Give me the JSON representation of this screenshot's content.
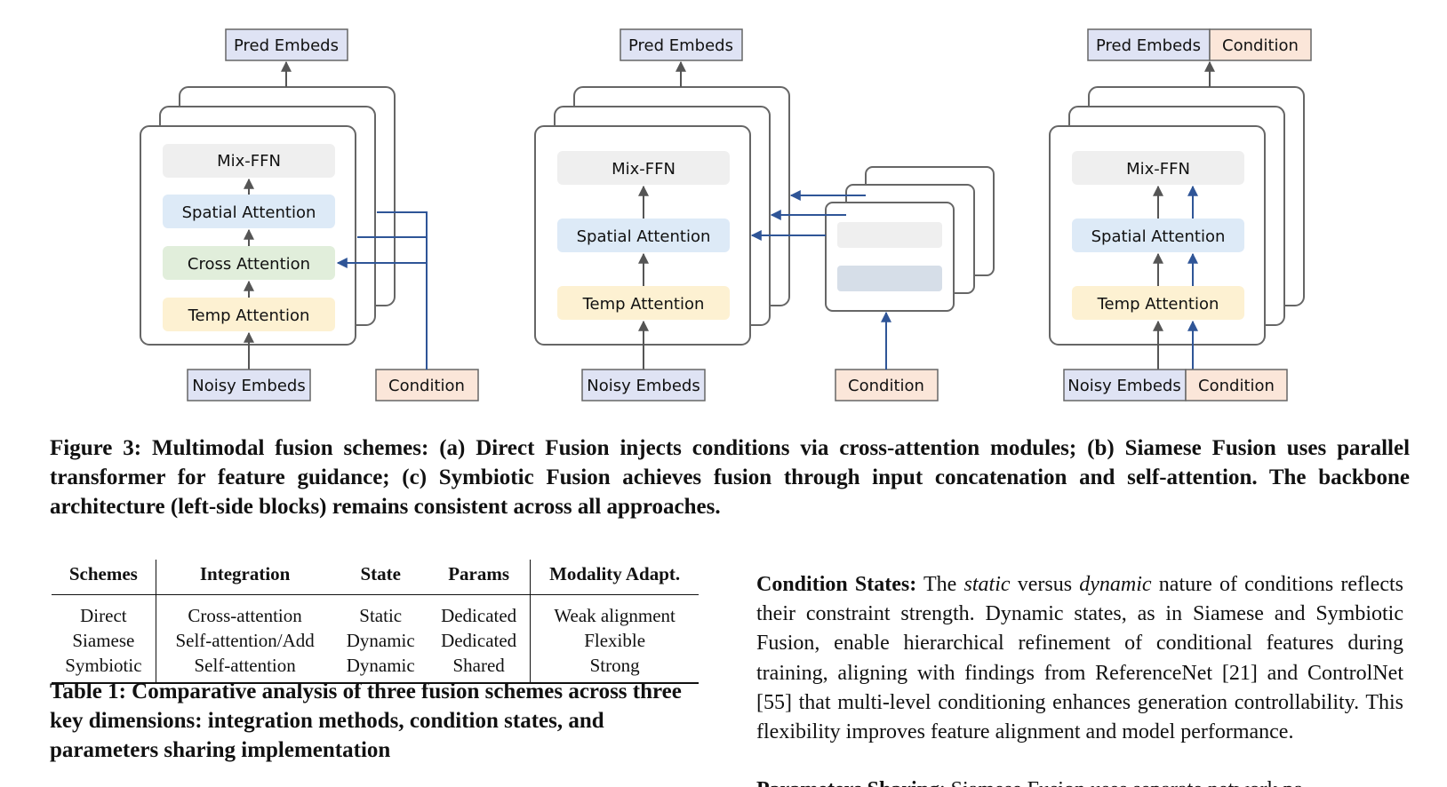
{
  "figure": {
    "pred_embeds": "Pred Embeds",
    "noisy_embeds": "Noisy Embeds",
    "condition": "Condition",
    "mix_ffn": "Mix-FFN",
    "spatial_attention": "Spatial Attention",
    "cross_attention": "Cross Attention",
    "temp_attention": "Temp Attention",
    "colors": {
      "pred_box": "#dfe3f4",
      "cond_box": "#fbe6d9",
      "mix_ffn": "#efefef",
      "spatial": "#ddeaf7",
      "cross": "#e1eedb",
      "temp": "#fdf1d2",
      "arrow_blue": "#2f5597",
      "arrow_gray": "#555555"
    }
  },
  "caption": {
    "label": "Figure 3:",
    "text": "Multimodal fusion schemes: (a) Direct Fusion injects conditions via cross-attention modules; (b) Siamese Fusion uses parallel transformer for feature guidance; (c) Symbiotic Fusion achieves fusion through input concatenation and self-attention. The backbone architecture (left-side blocks) remains consistent across all approaches."
  },
  "table": {
    "headers": [
      "Schemes",
      "Integration",
      "State",
      "Params",
      "Modality Adapt."
    ],
    "rows": [
      [
        "Direct",
        "Cross-attention",
        "Static",
        "Dedicated",
        "Weak alignment"
      ],
      [
        "Siamese",
        "Self-attention/Add",
        "Dynamic",
        "Dedicated",
        "Flexible"
      ],
      [
        "Symbiotic",
        "Self-attention",
        "Dynamic",
        "Shared",
        "Strong"
      ]
    ],
    "caption": "Table 1: Comparative analysis of three fusion schemes across three key dimensions: integration methods, condition states, and parameters sharing implementation"
  },
  "body": {
    "heading": "Condition States:",
    "p1": " The ",
    "static": "static",
    "p2": " versus ",
    "dynamic": "dynamic",
    "p3": " nature of conditions reflects their constraint strength. Dynamic states, as in Siamese and Symbiotic Fusion, enable hierarchical refinement of conditional features during training, aligning with findings from ReferenceNet [21] and ControlNet [55] that multi-level conditioning enhances generation controllability. This flexibility improves feature alignment and model performance.",
    "next_heading": "Parameters Sharing",
    "next_text": ": Siamese Fusion uses separate network pa-"
  }
}
